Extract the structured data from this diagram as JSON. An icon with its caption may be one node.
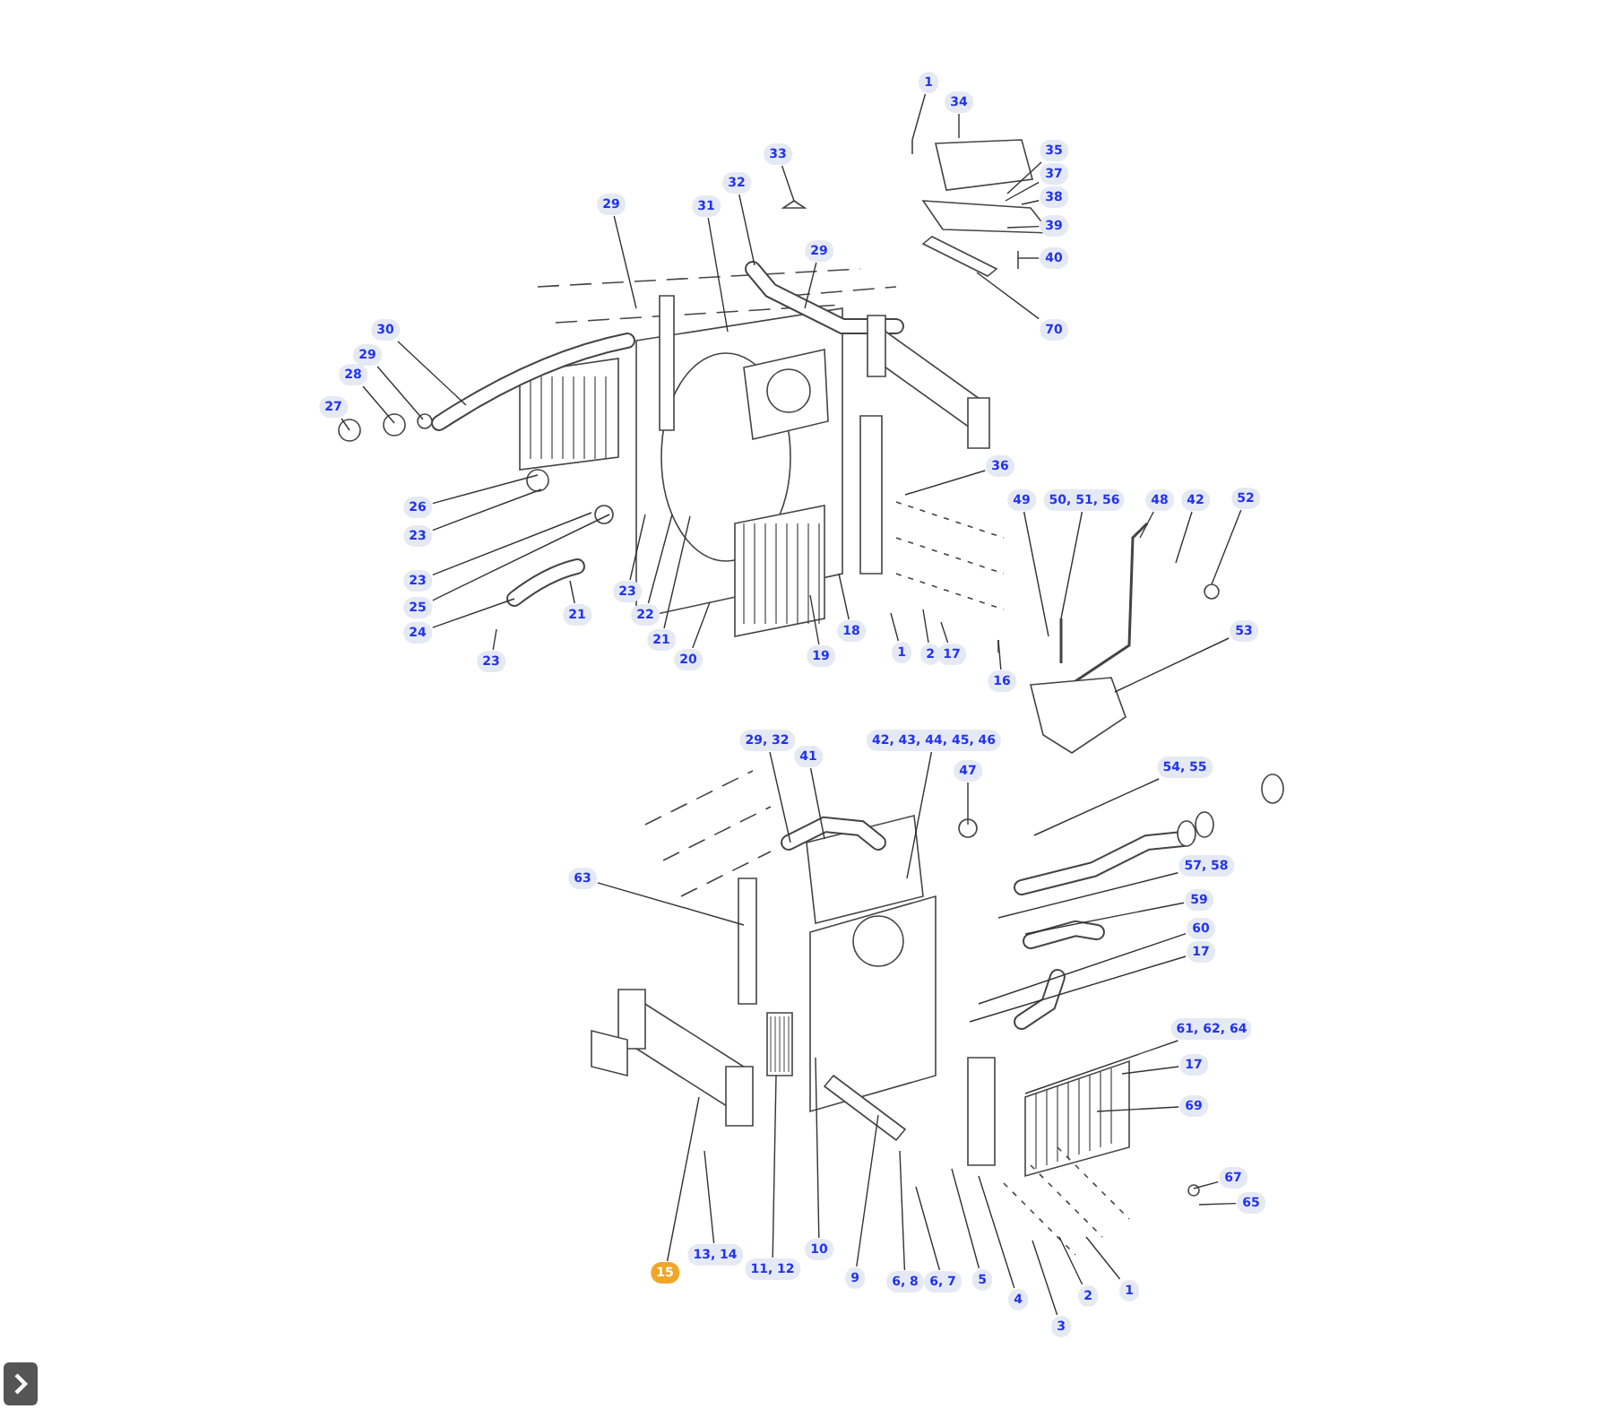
{
  "diagram": {
    "nodes": [
      {
        "text": [
          "1"
        ]
      },
      {
        "text": [
          "34"
        ]
      },
      {
        "text": [
          "35"
        ]
      },
      {
        "text": [
          "37"
        ]
      },
      {
        "text": [
          "38"
        ]
      },
      {
        "text": [
          "39"
        ]
      },
      {
        "text": [
          "40"
        ]
      },
      {
        "text": [
          "70"
        ]
      },
      {
        "text": [
          "33"
        ]
      },
      {
        "text": [
          "32"
        ]
      },
      {
        "text": [
          "31"
        ]
      },
      {
        "text": [
          "29"
        ]
      },
      {
        "text": [
          "29"
        ]
      },
      {
        "text": [
          "30"
        ]
      },
      {
        "text": [
          "29"
        ]
      },
      {
        "text": [
          "28"
        ]
      },
      {
        "text": [
          "27"
        ]
      },
      {
        "text": [
          "26"
        ]
      },
      {
        "text": [
          "23"
        ]
      },
      {
        "text": [
          "23"
        ]
      },
      {
        "text": [
          "25"
        ]
      },
      {
        "text": [
          "24"
        ]
      },
      {
        "text": [
          "23"
        ]
      },
      {
        "text": [
          "21"
        ]
      },
      {
        "text": [
          "23"
        ]
      },
      {
        "text": [
          "22"
        ]
      },
      {
        "text": [
          "21"
        ]
      },
      {
        "text": [
          "20"
        ]
      },
      {
        "text": [
          "19"
        ]
      },
      {
        "text": [
          "18"
        ]
      },
      {
        "text": [
          "1"
        ]
      },
      {
        "text": [
          "2"
        ]
      },
      {
        "text": [
          "17"
        ]
      },
      {
        "text": [
          "16"
        ]
      },
      {
        "text": [
          "36"
        ]
      },
      {
        "text": [
          "49"
        ]
      },
      {
        "text": [
          "50, 51, 56"
        ]
      },
      {
        "text": [
          "48"
        ]
      },
      {
        "text": [
          "42"
        ]
      },
      {
        "text": [
          "52"
        ]
      },
      {
        "text": [
          "53"
        ]
      },
      {
        "text": [
          "29, 32"
        ]
      },
      {
        "text": [
          "41"
        ]
      },
      {
        "text": [
          "42, 43, 44, 45, 46"
        ]
      },
      {
        "text": [
          "47"
        ]
      },
      {
        "text": [
          "54, 55"
        ]
      },
      {
        "text": [
          "57, 58"
        ]
      },
      {
        "text": [
          "59"
        ]
      },
      {
        "text": [
          "60"
        ]
      },
      {
        "text": [
          "17"
        ]
      },
      {
        "text": [
          "63"
        ]
      },
      {
        "text": [
          "61, 62, 64"
        ]
      },
      {
        "text": [
          "17"
        ]
      },
      {
        "text": [
          "69"
        ]
      },
      {
        "text": [
          "67"
        ]
      },
      {
        "text": [
          "65"
        ]
      },
      {
        "text": [
          "15"
        ]
      },
      {
        "text": [
          "13, 14"
        ]
      },
      {
        "text": [
          "11, 12"
        ]
      },
      {
        "text": [
          "10"
        ]
      },
      {
        "text": [
          "9"
        ]
      },
      {
        "text": [
          "6, 8"
        ]
      },
      {
        "text": [
          "6, 7"
        ]
      },
      {
        "text": [
          "5"
        ]
      },
      {
        "text": [
          "4"
        ]
      },
      {
        "text": [
          "3"
        ]
      },
      {
        "text": [
          "2"
        ]
      },
      {
        "text": [
          "1"
        ]
      }
    ],
    "edges": [
      {
        "from": 0,
        "to": null,
        "arrow": "none"
      },
      {
        "from": 1,
        "to": null,
        "arrow": "none"
      },
      {
        "from": 2,
        "to": null,
        "arrow": "none"
      },
      {
        "from": 3,
        "to": null,
        "arrow": "none"
      },
      {
        "from": 4,
        "to": null,
        "arrow": "none"
      },
      {
        "from": 5,
        "to": null,
        "arrow": "none"
      },
      {
        "from": 6,
        "to": null,
        "arrow": "none"
      },
      {
        "from": 7,
        "to": null,
        "arrow": "none"
      },
      {
        "from": 8,
        "to": null,
        "arrow": "none"
      },
      {
        "from": 9,
        "to": null,
        "arrow": "none"
      },
      {
        "from": 10,
        "to": null,
        "arrow": "none"
      },
      {
        "from": 11,
        "to": null,
        "arrow": "none"
      },
      {
        "from": 12,
        "to": null,
        "arrow": "none"
      },
      {
        "from": 13,
        "to": null,
        "arrow": "none"
      },
      {
        "from": 14,
        "to": null,
        "arrow": "none"
      },
      {
        "from": 15,
        "to": null,
        "arrow": "none"
      },
      {
        "from": 16,
        "to": null,
        "arrow": "none"
      },
      {
        "from": 17,
        "to": null,
        "arrow": "none"
      },
      {
        "from": 18,
        "to": null,
        "arrow": "none"
      },
      {
        "from": 19,
        "to": null,
        "arrow": "none"
      },
      {
        "from": 20,
        "to": null,
        "arrow": "none"
      },
      {
        "from": 21,
        "to": null,
        "arrow": "none"
      },
      {
        "from": 22,
        "to": null,
        "arrow": "none"
      },
      {
        "from": 23,
        "to": null,
        "arrow": "none"
      },
      {
        "from": 24,
        "to": null,
        "arrow": "none"
      },
      {
        "from": 25,
        "to": null,
        "arrow": "none"
      },
      {
        "from": 26,
        "to": null,
        "arrow": "none"
      },
      {
        "from": 27,
        "to": null,
        "arrow": "none"
      },
      {
        "from": 28,
        "to": null,
        "arrow": "none"
      },
      {
        "from": 29,
        "to": null,
        "arrow": "none"
      },
      {
        "from": 30,
        "to": null,
        "arrow": "none"
      },
      {
        "from": 31,
        "to": null,
        "arrow": "none"
      },
      {
        "from": 32,
        "to": null,
        "arrow": "none"
      },
      {
        "from": 33,
        "to": null,
        "arrow": "none"
      },
      {
        "from": 34,
        "to": null,
        "arrow": "none"
      },
      {
        "from": 35,
        "to": null,
        "arrow": "none"
      },
      {
        "from": 36,
        "to": null,
        "arrow": "none"
      },
      {
        "from": 37,
        "to": null,
        "arrow": "none"
      },
      {
        "from": 38,
        "to": null,
        "arrow": "none"
      },
      {
        "from": 39,
        "to": null,
        "arrow": "none"
      },
      {
        "from": 40,
        "to": null,
        "arrow": "none"
      },
      {
        "from": 41,
        "to": null,
        "arrow": "none"
      },
      {
        "from": 42,
        "to": null,
        "arrow": "none"
      },
      {
        "from": 43,
        "to": null,
        "arrow": "none"
      },
      {
        "from": 44,
        "to": null,
        "arrow": "none"
      },
      {
        "from": 45,
        "to": null,
        "arrow": "none"
      },
      {
        "from": 46,
        "to": null,
        "arrow": "none"
      },
      {
        "from": 47,
        "to": null,
        "arrow": "none"
      },
      {
        "from": 48,
        "to": null,
        "arrow": "none"
      },
      {
        "from": 49,
        "to": null,
        "arrow": "none"
      },
      {
        "from": 50,
        "to": null,
        "arrow": "none"
      },
      {
        "from": 51,
        "to": null,
        "arrow": "none"
      },
      {
        "from": 52,
        "to": null,
        "arrow": "none"
      },
      {
        "from": 53,
        "to": null,
        "arrow": "none"
      },
      {
        "from": 54,
        "to": null,
        "arrow": "none"
      },
      {
        "from": 55,
        "to": null,
        "arrow": "none"
      },
      {
        "from": 56,
        "to": null,
        "arrow": "none"
      },
      {
        "from": 57,
        "to": null,
        "arrow": "none"
      },
      {
        "from": 58,
        "to": null,
        "arrow": "none"
      },
      {
        "from": 59,
        "to": null,
        "arrow": "none"
      },
      {
        "from": 60,
        "to": null,
        "arrow": "none"
      },
      {
        "from": 61,
        "to": null,
        "arrow": "none"
      },
      {
        "from": 62,
        "to": null,
        "arrow": "none"
      },
      {
        "from": 63,
        "to": null,
        "arrow": "none"
      },
      {
        "from": 64,
        "to": null,
        "arrow": "none"
      },
      {
        "from": 65,
        "to": null,
        "arrow": "none"
      },
      {
        "from": 66,
        "to": null,
        "arrow": "none"
      },
      {
        "from": 67,
        "to": null,
        "arrow": "none"
      }
    ]
  }
}
